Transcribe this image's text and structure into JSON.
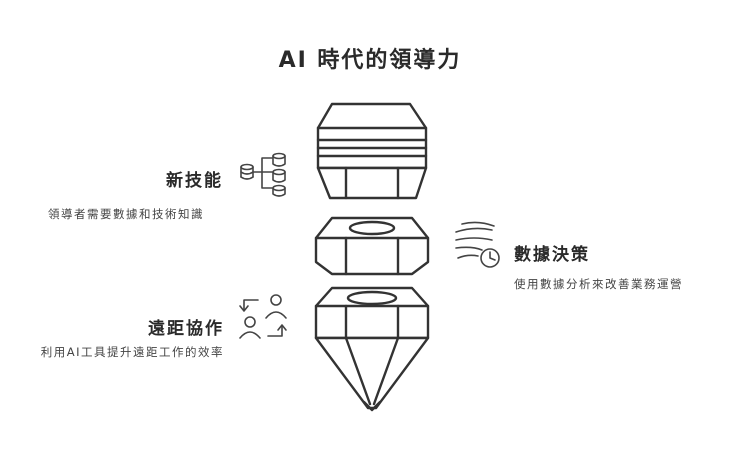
{
  "title": "AI 時代的領導力",
  "sections": [
    {
      "heading": "新技能",
      "description": "領導者需要數據和技術知識",
      "icon": "database-stack-icon"
    },
    {
      "heading": "數據決策",
      "description": "使用數據分析來改善業務運營",
      "icon": "data-clock-icon"
    },
    {
      "heading": "遠距協作",
      "description": "利用AI工具提升遠距工作的效率",
      "icon": "people-exchange-icon"
    }
  ],
  "colors": {
    "ink": "#333333",
    "background": "#ffffff"
  }
}
